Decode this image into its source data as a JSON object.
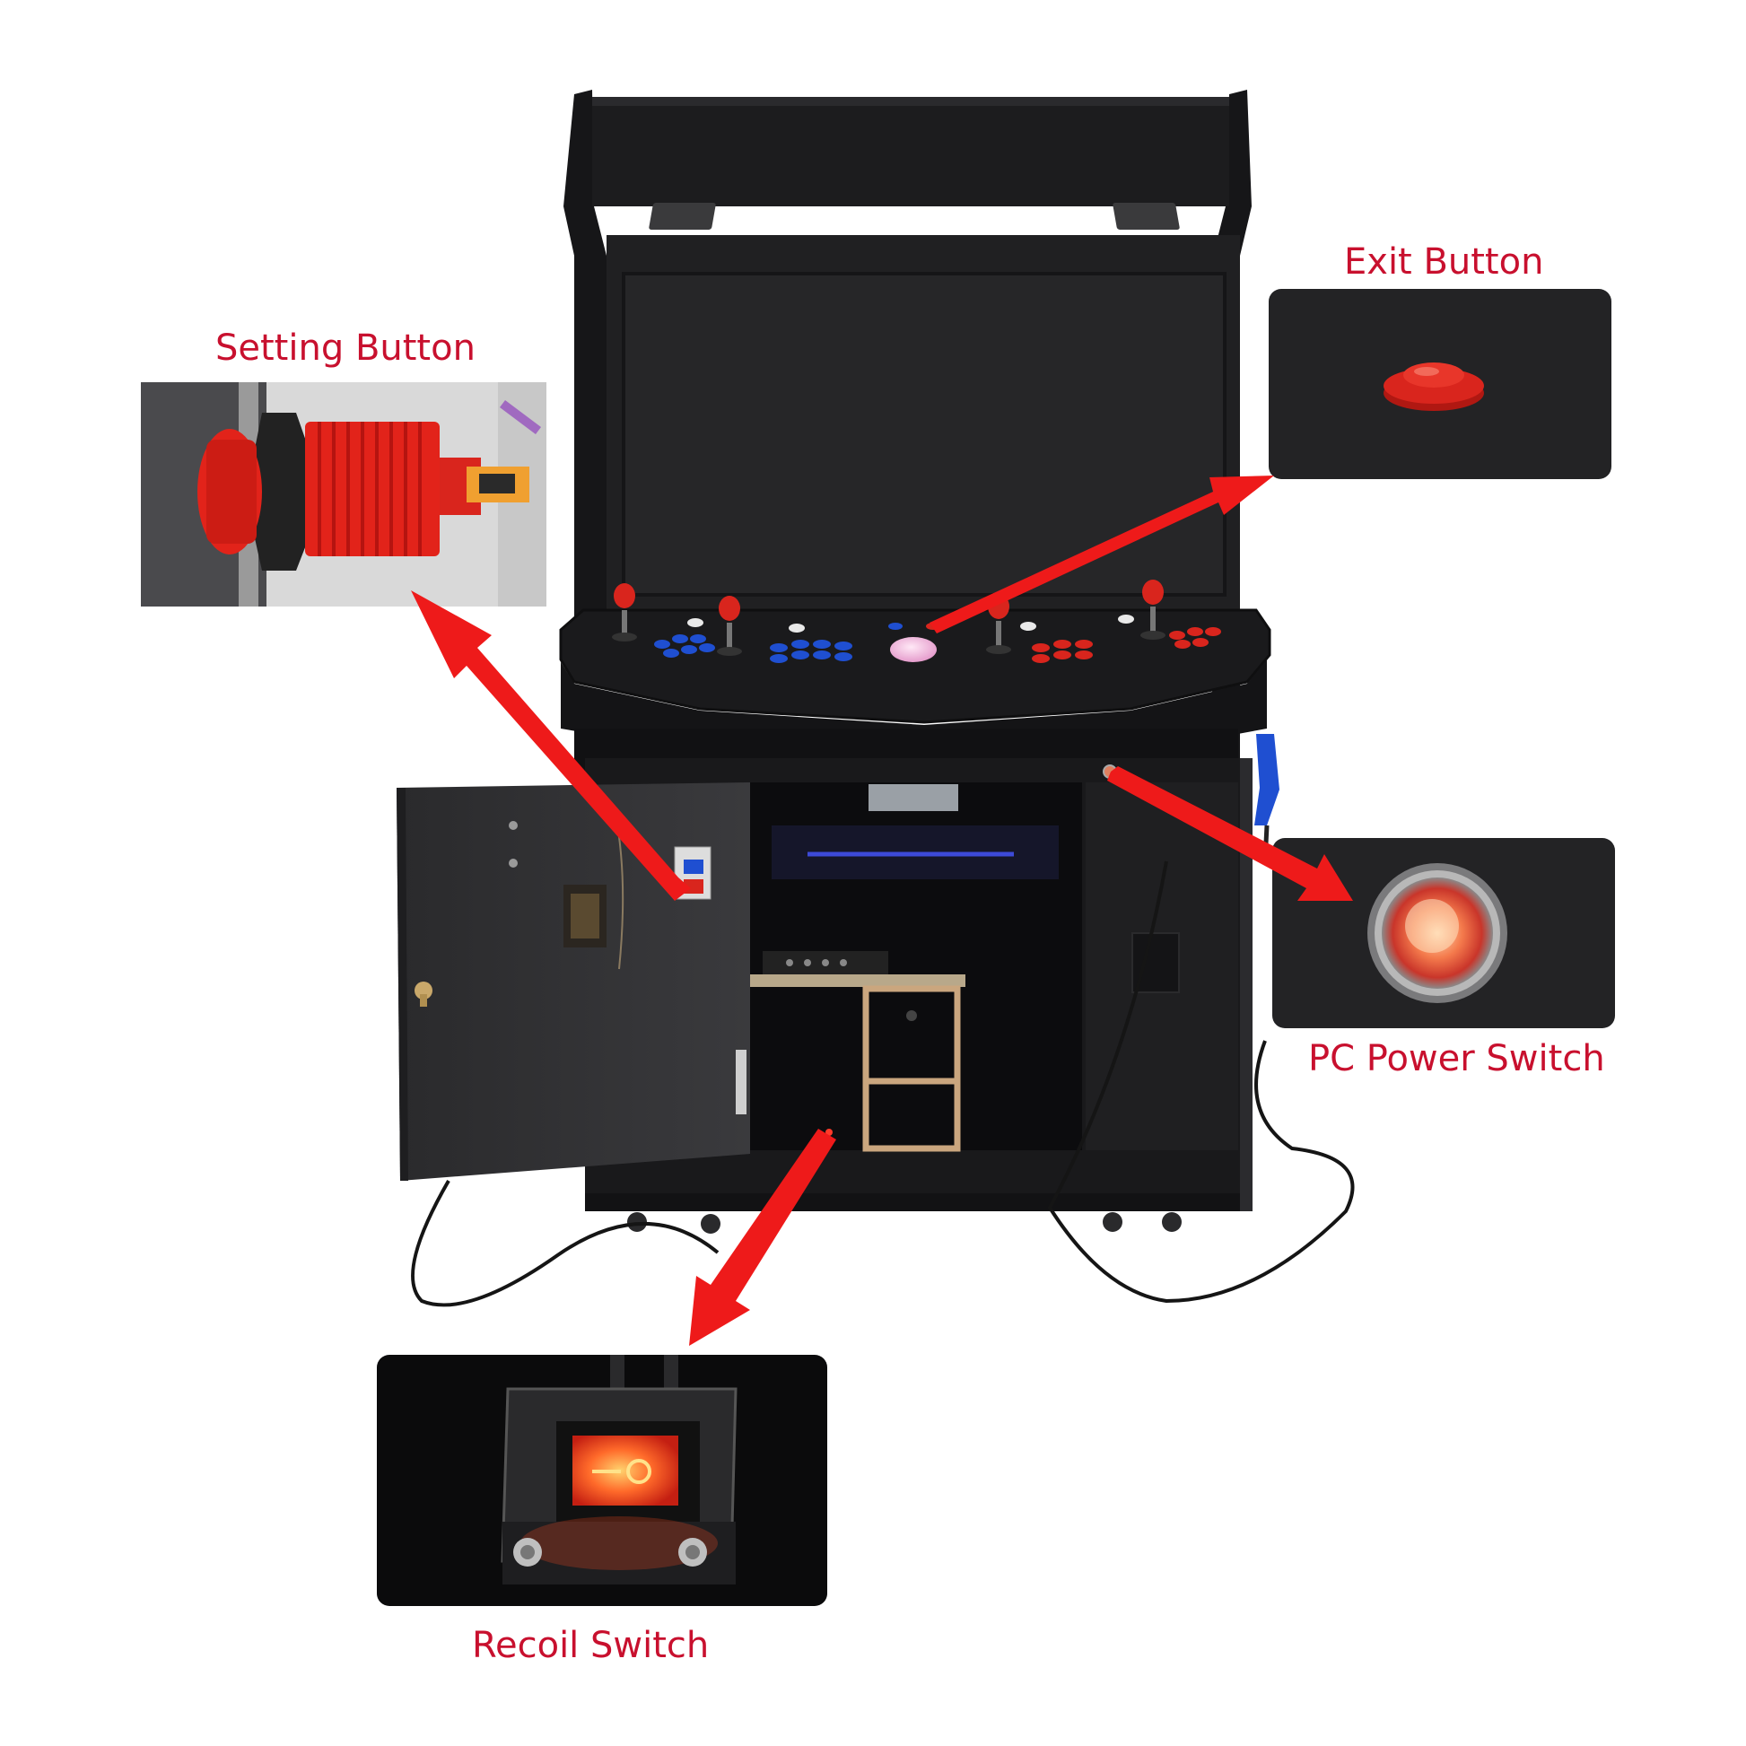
{
  "callouts": {
    "setting_button": "Setting Button",
    "exit_button": "Exit Button",
    "pc_power_switch": "PC Power Switch",
    "recoil_switch": "Recoil Switch"
  },
  "colors": {
    "label_red": "#c8102e",
    "arrow_red": "#ee1a1a",
    "cabinet_black": "#1b1b1d",
    "panel_dark": "#262628",
    "button_blue": "#1f4fd1",
    "button_red": "#d9251d",
    "trackball_pink": "#f2b9dc"
  }
}
